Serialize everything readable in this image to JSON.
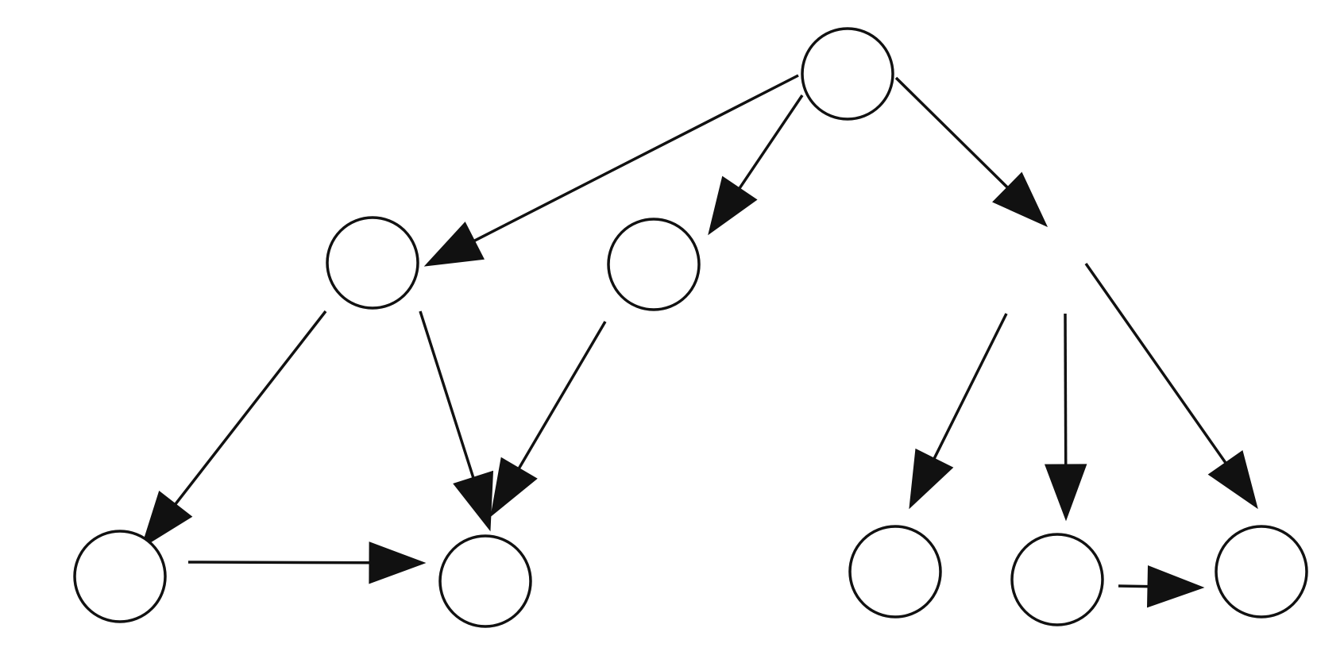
{
  "diagram": {
    "type": "directed-graph",
    "colors": {
      "stroke": "#111111",
      "background": "#ffffff"
    },
    "nodes": [
      {
        "id": "n_root"
      },
      {
        "id": "n_left"
      },
      {
        "id": "n_mid"
      },
      {
        "id": "n_ll"
      },
      {
        "id": "n_lm"
      },
      {
        "id": "n_r1"
      },
      {
        "id": "n_r2"
      },
      {
        "id": "n_r3"
      }
    ],
    "edges": [
      {
        "from": "n_root",
        "to": "n_left"
      },
      {
        "from": "n_root",
        "to": "n_mid"
      },
      {
        "from": "n_root",
        "to": "right-branch-junction"
      },
      {
        "from": "n_left",
        "to": "n_ll"
      },
      {
        "from": "n_left",
        "to": "n_lm"
      },
      {
        "from": "n_mid",
        "to": "n_lm"
      },
      {
        "from": "n_ll",
        "to": "n_lm"
      },
      {
        "from": "right-branch-junction",
        "to": "n_r1"
      },
      {
        "from": "right-branch-junction",
        "to": "n_r2"
      },
      {
        "from": "right-branch-junction",
        "to": "n_r3"
      },
      {
        "from": "n_r2",
        "to": "n_r3"
      }
    ]
  }
}
